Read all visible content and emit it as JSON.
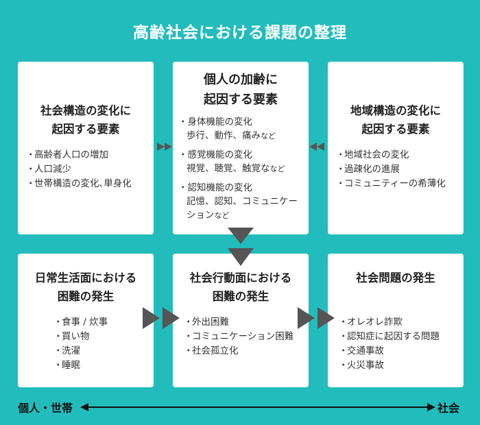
{
  "title": "高齢社会における課題の整理",
  "boxes": {
    "social_structure": {
      "title_lines": [
        "社会構造の変化に",
        "起因する要素"
      ],
      "items": [
        "高齢者人口の増加",
        "人口減少",
        "世帯構造の変化､単身化"
      ]
    },
    "aging": {
      "title_lines": [
        "個人の加齢に",
        "起因する要素"
      ],
      "blocks": [
        {
          "head": "身体機能の変化",
          "lines": [
            "歩行、動作、痛み"
          ],
          "tail": "など"
        },
        {
          "head": "感覚機能の変化",
          "lines": [
            "視覚、聴覚、触覚な"
          ],
          "tail": "など"
        },
        {
          "head": "認知機能の変化",
          "lines": [
            "記憶、認知、コミュニケー",
            "ション"
          ],
          "tail": "など"
        }
      ]
    },
    "regional_structure": {
      "title_lines": [
        "地域構造の変化に",
        "起因する要素"
      ],
      "items": [
        "地域社会の変化",
        "過疎化の進展",
        "コミュニティーの希薄化"
      ]
    },
    "daily_life": {
      "title_lines": [
        "日常生活面における",
        "困難の発生"
      ],
      "items": [
        "食事 / 炊事",
        "買い物",
        "洗濯",
        "睡眠"
      ]
    },
    "social_action": {
      "title_lines": [
        "社会行動面における",
        "困難の発生"
      ],
      "items": [
        "外出困難",
        "コミュニケーション困難",
        "社会孤立化"
      ]
    },
    "social_problem": {
      "title_lines": [
        "社会問題の発生"
      ],
      "items": [
        "オレオレ詐欺",
        "認知症に起因する問題",
        "交通事故",
        "火災事故"
      ]
    }
  },
  "bullet": "・",
  "scale": {
    "left": "個人・世帯",
    "right": "社会"
  },
  "colors": {
    "background": "#23bcbc",
    "box": "#ffffff",
    "arrow": "#555555"
  }
}
